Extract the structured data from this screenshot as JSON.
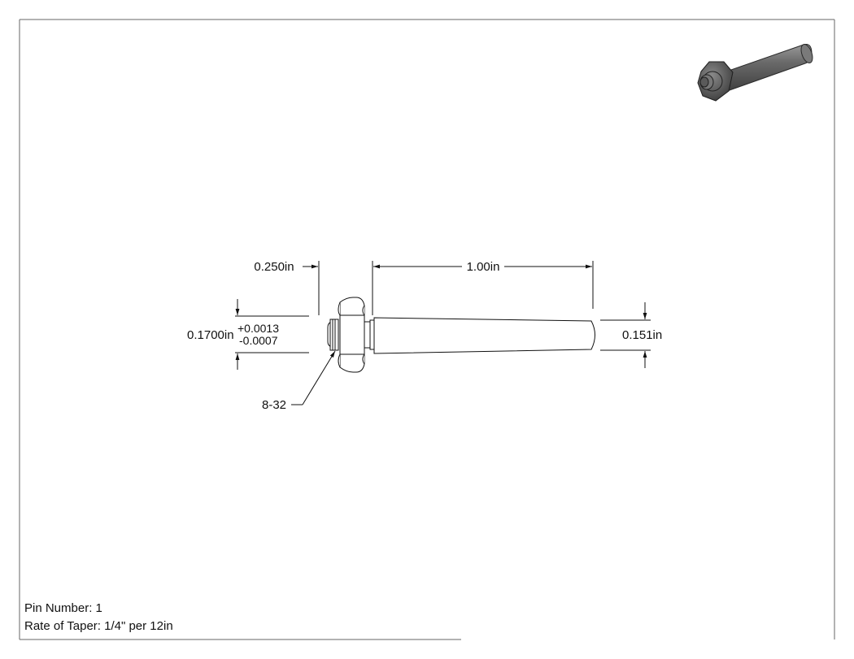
{
  "drawing": {
    "dim_length": "1.00in",
    "dim_thread_length": "0.250in",
    "dim_diameter_base": "0.1700in",
    "tol_upper": "+0.0013",
    "tol_lower": "-0.0007",
    "dim_tip_diameter": "0.151in",
    "thread_callout": "8-32"
  },
  "notes": {
    "pin_number": "Pin Number: 1",
    "rate_of_taper": "Rate of Taper: 1/4\" per 12in"
  }
}
